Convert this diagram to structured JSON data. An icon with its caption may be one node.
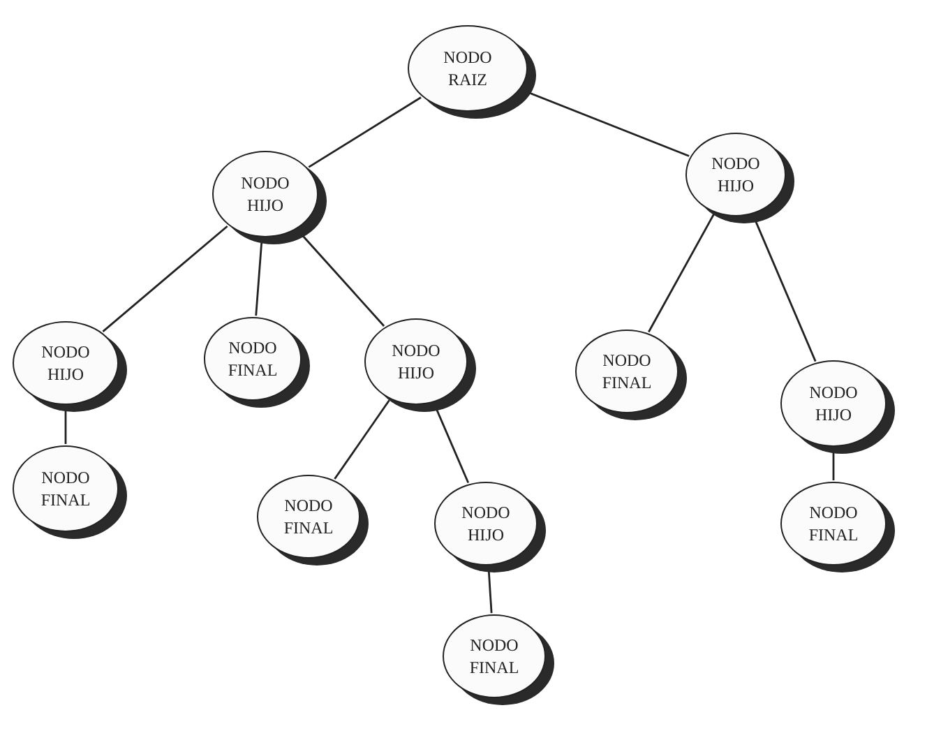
{
  "diagram": {
    "nodes": [
      {
        "text": [
          "NODO RAIZ"
        ]
      },
      {
        "text": [
          "NODO HIJO"
        ]
      },
      {
        "text": [
          "NODO HIJO"
        ]
      },
      {
        "text": [
          "NODO HIJO"
        ]
      },
      {
        "text": [
          "NODO FINAL"
        ]
      },
      {
        "text": [
          "NODO HIJO"
        ]
      },
      {
        "text": [
          "NODO FINAL"
        ]
      },
      {
        "text": [
          "NODO HIJO"
        ]
      },
      {
        "text": [
          "NODO FINAL"
        ]
      },
      {
        "text": [
          "NODO FINAL"
        ]
      },
      {
        "text": [
          "NODO HIJO"
        ]
      },
      {
        "text": [
          "NODO FINAL"
        ]
      },
      {
        "text": [
          "NODO FINAL"
        ]
      }
    ],
    "edges": [
      {
        "from": 0,
        "to": 1,
        "arrow": "none"
      },
      {
        "from": 0,
        "to": 2,
        "arrow": "none"
      },
      {
        "from": 1,
        "to": 3,
        "arrow": "none"
      },
      {
        "from": 1,
        "to": 4,
        "arrow": "none"
      },
      {
        "from": 1,
        "to": 5,
        "arrow": "none"
      },
      {
        "from": 2,
        "to": 6,
        "arrow": "none"
      },
      {
        "from": 2,
        "to": 7,
        "arrow": "none"
      },
      {
        "from": 3,
        "to": 8,
        "arrow": "none"
      },
      {
        "from": 5,
        "to": 9,
        "arrow": "none"
      },
      {
        "from": 5,
        "to": 10,
        "arrow": "none"
      },
      {
        "from": 7,
        "to": 11,
        "arrow": "none"
      },
      {
        "from": 10,
        "to": 12,
        "arrow": "none"
      }
    ]
  }
}
